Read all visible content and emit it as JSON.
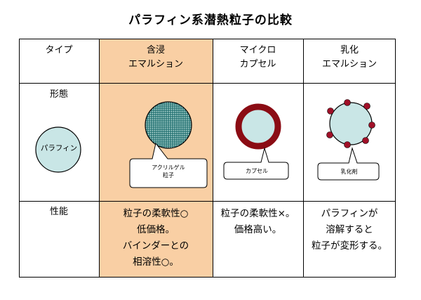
{
  "title": "パラフィン系潜熱粒子の比較",
  "header": {
    "type_label": "タイプ",
    "col1": [
      "含浸",
      "エマルション"
    ],
    "col2": [
      "マイクロ",
      "カプセル"
    ],
    "col3": [
      "乳化",
      "エマルション"
    ]
  },
  "rows": {
    "form_label": "形態",
    "performance_label": "性能"
  },
  "diagram": {
    "paraffin_label": "パラフィン",
    "acrylic_callout": [
      "アクリルゲル",
      "粒子"
    ],
    "capsule_callout": "カプセル",
    "emulsifier_callout": "乳化剤"
  },
  "performance": {
    "col1": [
      "粒子の柔軟性○",
      "低価格。",
      "バインダーとの",
      "相溶性○。"
    ],
    "col2": [
      "粒子の柔軟性×。",
      "価格高い。"
    ],
    "col3": [
      "パラフィンが",
      "溶解すると",
      "粒子が変形する。"
    ]
  },
  "colors": {
    "highlight": "#f9cfa4",
    "paraffin_fill": "#c9e6e6",
    "capsule_shell": "#8b0c14",
    "emulsifier_dot": "#a01028",
    "gel_dots": "#0b6060"
  }
}
